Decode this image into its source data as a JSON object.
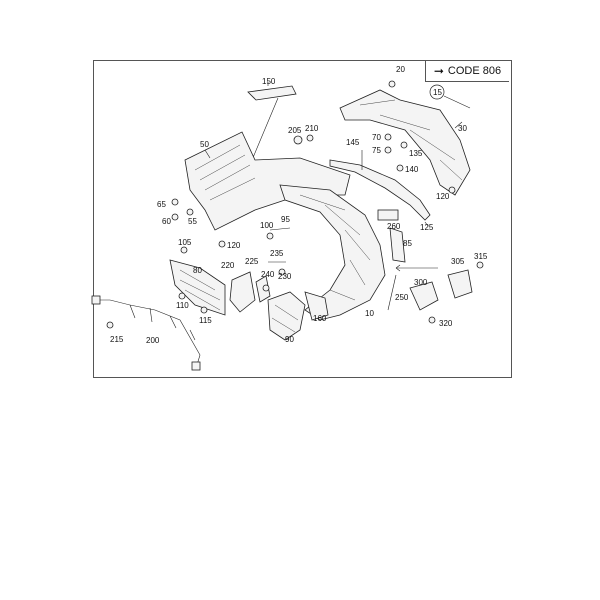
{
  "callouts": {
    "n10": "10",
    "n15": "15",
    "n20": "20",
    "n30": "30",
    "n50": "50",
    "n55": "55",
    "n60": "60",
    "n65": "65",
    "n70": "70",
    "n75": "75",
    "n80": "80",
    "n85": "85",
    "n90": "90",
    "n95": "95",
    "n100": "100",
    "n105": "105",
    "n110": "110",
    "n115": "115",
    "n120a": "120",
    "n120b": "120",
    "n125": "125",
    "n135": "135",
    "n140": "140",
    "n145": "145",
    "n150": "150",
    "n160": "160",
    "n200": "200",
    "n205": "205",
    "n210": "210",
    "n215": "215",
    "n220": "220",
    "n225": "225",
    "n230": "230",
    "n235": "235",
    "n240": "240",
    "n250": "250",
    "n260": "260",
    "n300": "300",
    "n305": "305",
    "n315": "315",
    "n320": "320"
  },
  "code_ref": {
    "text": "CODE 806",
    "arrow_icon": "right-arrow-icon"
  }
}
